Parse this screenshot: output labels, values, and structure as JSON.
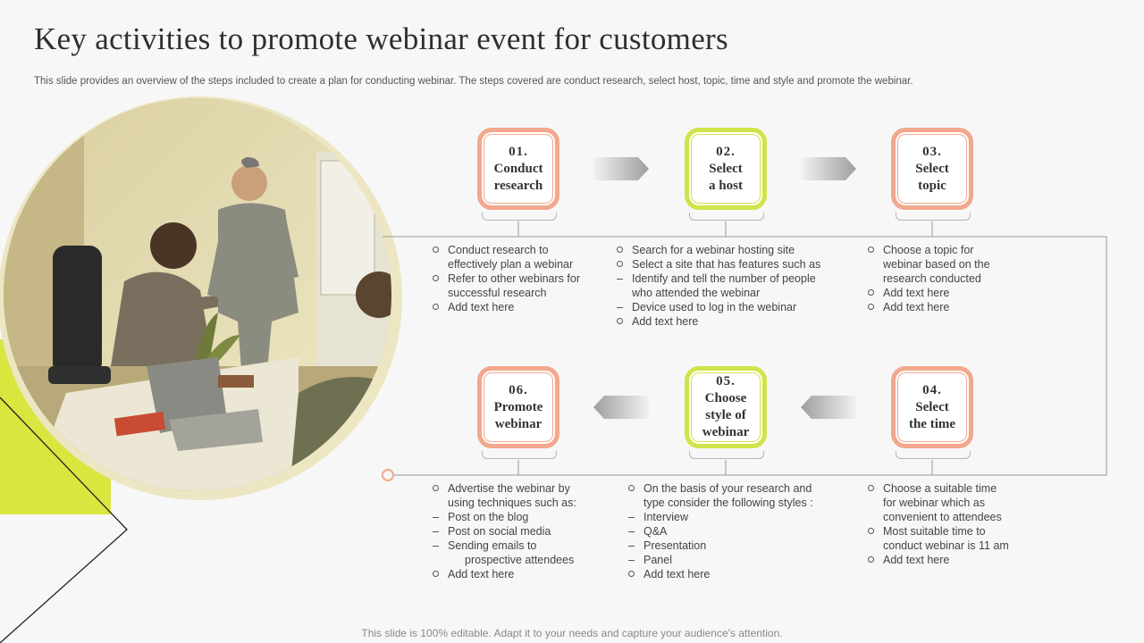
{
  "header": {
    "title": "Key activities to promote webinar event for customers",
    "subtitle": "This slide provides an overview of the steps included to create a plan for conducting webinar. The steps covered are conduct research, select host, topic, time and style and promote the webinar."
  },
  "footer": {
    "text": "This slide is 100% editable. Adapt it to your needs and capture your audience's attention."
  },
  "colors": {
    "accent_salmon": "#f2a88d",
    "accent_lime": "#d1e34a",
    "lime_block": "#d8e63f"
  },
  "steps": [
    {
      "num": "01.",
      "label": "Conduct\nresearch"
    },
    {
      "num": "02.",
      "label": "Select\na host"
    },
    {
      "num": "03.",
      "label": "Select\ntopic"
    },
    {
      "num": "04.",
      "label": "Select\nthe time"
    },
    {
      "num": "05.",
      "label": "Choose\nstyle of\nwebinar"
    },
    {
      "num": "06.",
      "label": "Promote\nwebinar"
    }
  ],
  "details": {
    "step1": [
      "Conduct research to",
      "effectively plan a webinar",
      "Refer to other webinars for",
      "successful research",
      "Add text here"
    ],
    "step2": [
      "Search for a webinar hosting site",
      "Select a site that has features such as",
      "Identify and tell the number of people",
      "who attended the webinar",
      "Device used to log in the webinar",
      "Add text here"
    ],
    "step3": [
      "Choose a topic for",
      "webinar based on the",
      "research conducted",
      "Add text here",
      "Add text here"
    ],
    "step4": [
      "Choose a suitable time",
      "for webinar which as",
      "convenient to attendees",
      "Most suitable time to",
      "conduct webinar is 11 am",
      "Add text here"
    ],
    "step5": [
      "On the basis of your research and",
      "type consider the following styles :",
      "Interview",
      "Q&A",
      "Presentation",
      "Panel",
      "Add text here"
    ],
    "step6": [
      "Advertise the webinar by",
      "using techniques such as:",
      "Post on the blog",
      "Post on social media",
      "Sending emails to",
      "prospective attendees",
      "Add text here"
    ]
  }
}
